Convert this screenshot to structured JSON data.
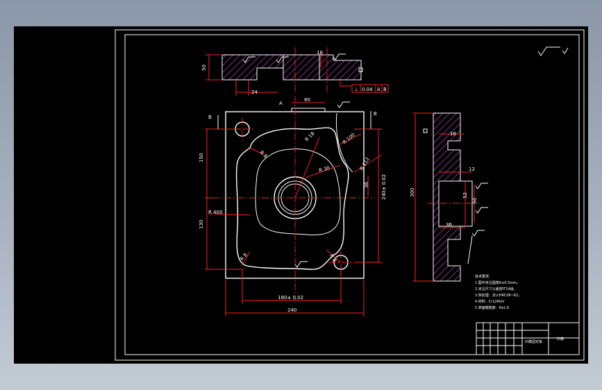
{
  "drawing": {
    "section_labels": {
      "a": "A",
      "b_left": "B",
      "b_right": "B"
    },
    "top_view": {
      "dim_height": "50",
      "dim_slot": "24",
      "dim_depth": "18",
      "tolerance_frame": {
        "symbol": "⊥",
        "value": "0.04",
        "datum1": "A",
        "datum2": "B"
      }
    },
    "plan_view": {
      "dim_top_slot": "80",
      "dim_r18": "R 18",
      "dim_r100": "R 100",
      "dim_r112": "R 112",
      "dim_r30": "R 30",
      "dim_r8_tl": "R 8",
      "dim_r8_bl": "R 8",
      "dim_r400": "R 400",
      "dim_r8_br": "R 8",
      "dim_height_top": "150",
      "dim_height_bottom": "130",
      "dim_right_small": "36",
      "dim_right_inner": "240± 0.02",
      "dim_bottom_inner": "180± 0.02",
      "dim_bottom_total": "240"
    },
    "side_view": {
      "dim_total": "300",
      "dim_16": "16",
      "dim_12": "12",
      "dim_52": "52",
      "dim_50": "50",
      "dim_36": "36"
    },
    "notes": {
      "title": "技术要求:",
      "lines": [
        "1.图中未注圆角R≤0.5mm。",
        "2.未注尺寸公差按IT14级。",
        "3.热处理：淬火HRC58~62。",
        "4.材料：Cr12MoV",
        "5.表面粗糙度：Ra1.6"
      ]
    },
    "title_block": {
      "name": "凹模固定板",
      "code": "凹模"
    }
  },
  "colors": {
    "background": "#000000",
    "outline": "#ffffff",
    "dimension": "#ff2020",
    "hatch": "#9b3fa7"
  }
}
